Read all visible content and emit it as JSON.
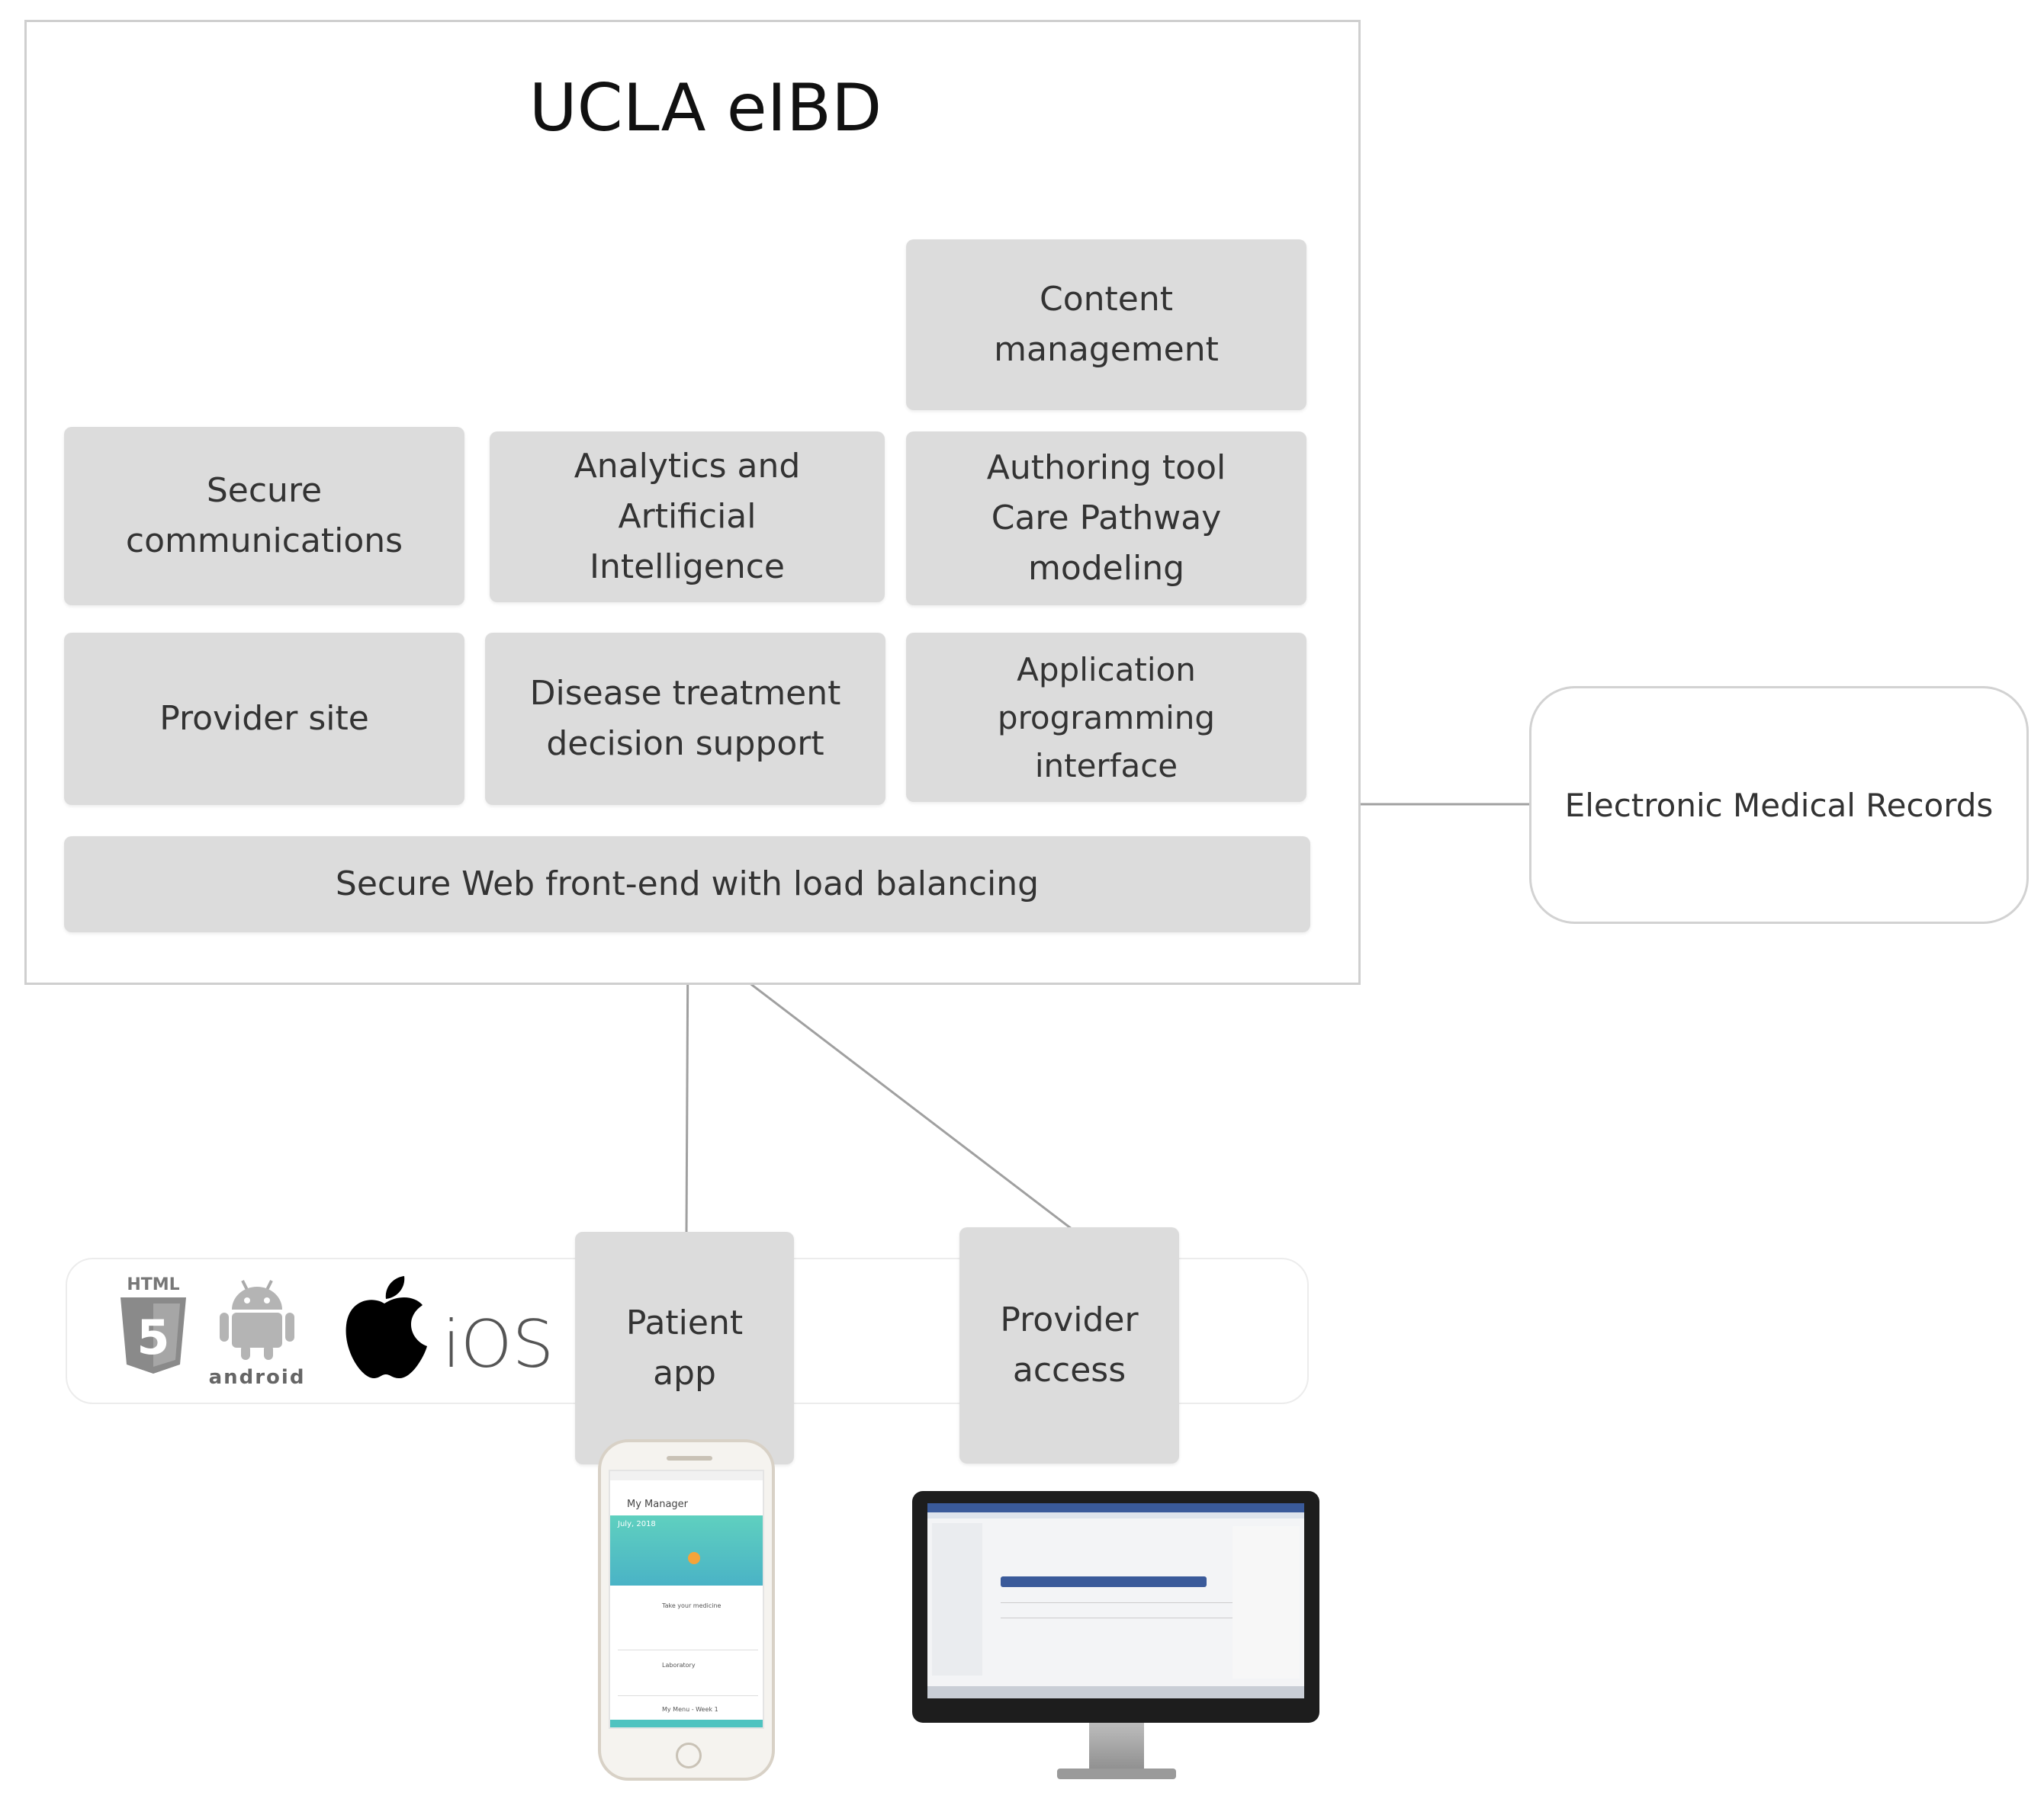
{
  "diagram": {
    "title": "UCLA eIBD",
    "modules": {
      "content_management": "Content management",
      "secure_communications": "Secure communications",
      "analytics_ai": "Analytics and Artificial Intelligence",
      "authoring_tool": "Authoring tool Care Pathway modeling",
      "provider_site": "Provider site",
      "disease_treatment": "Disease treatment decision support",
      "api": "Application programming interface",
      "secure_web_frontend": "Secure Web front-end with load balancing"
    },
    "external": {
      "emr": "Electronic Medical Records"
    },
    "clients": {
      "patient_app": "Patient app",
      "provider_access": "Provider access"
    },
    "platforms": {
      "html5_label": "HTML",
      "html5_number": "5",
      "android_label": "android",
      "ios_label": "iOS"
    },
    "phone_screen": {
      "app_name": "My Manager",
      "month": "July, 2018",
      "items": [
        "Take your medicine",
        "Laboratory",
        "My Menu - Week 1"
      ]
    }
  },
  "colors": {
    "module_fill": "#dcdcdc",
    "frame_border": "#cfcfcf",
    "connector": "#9a9a9a",
    "phone_teal": "#4fc3c0",
    "monitor_bar": "#3a5a9a"
  },
  "icons": [
    "html5-icon",
    "android-icon",
    "apple-icon",
    "smartphone-icon",
    "monitor-icon"
  ]
}
